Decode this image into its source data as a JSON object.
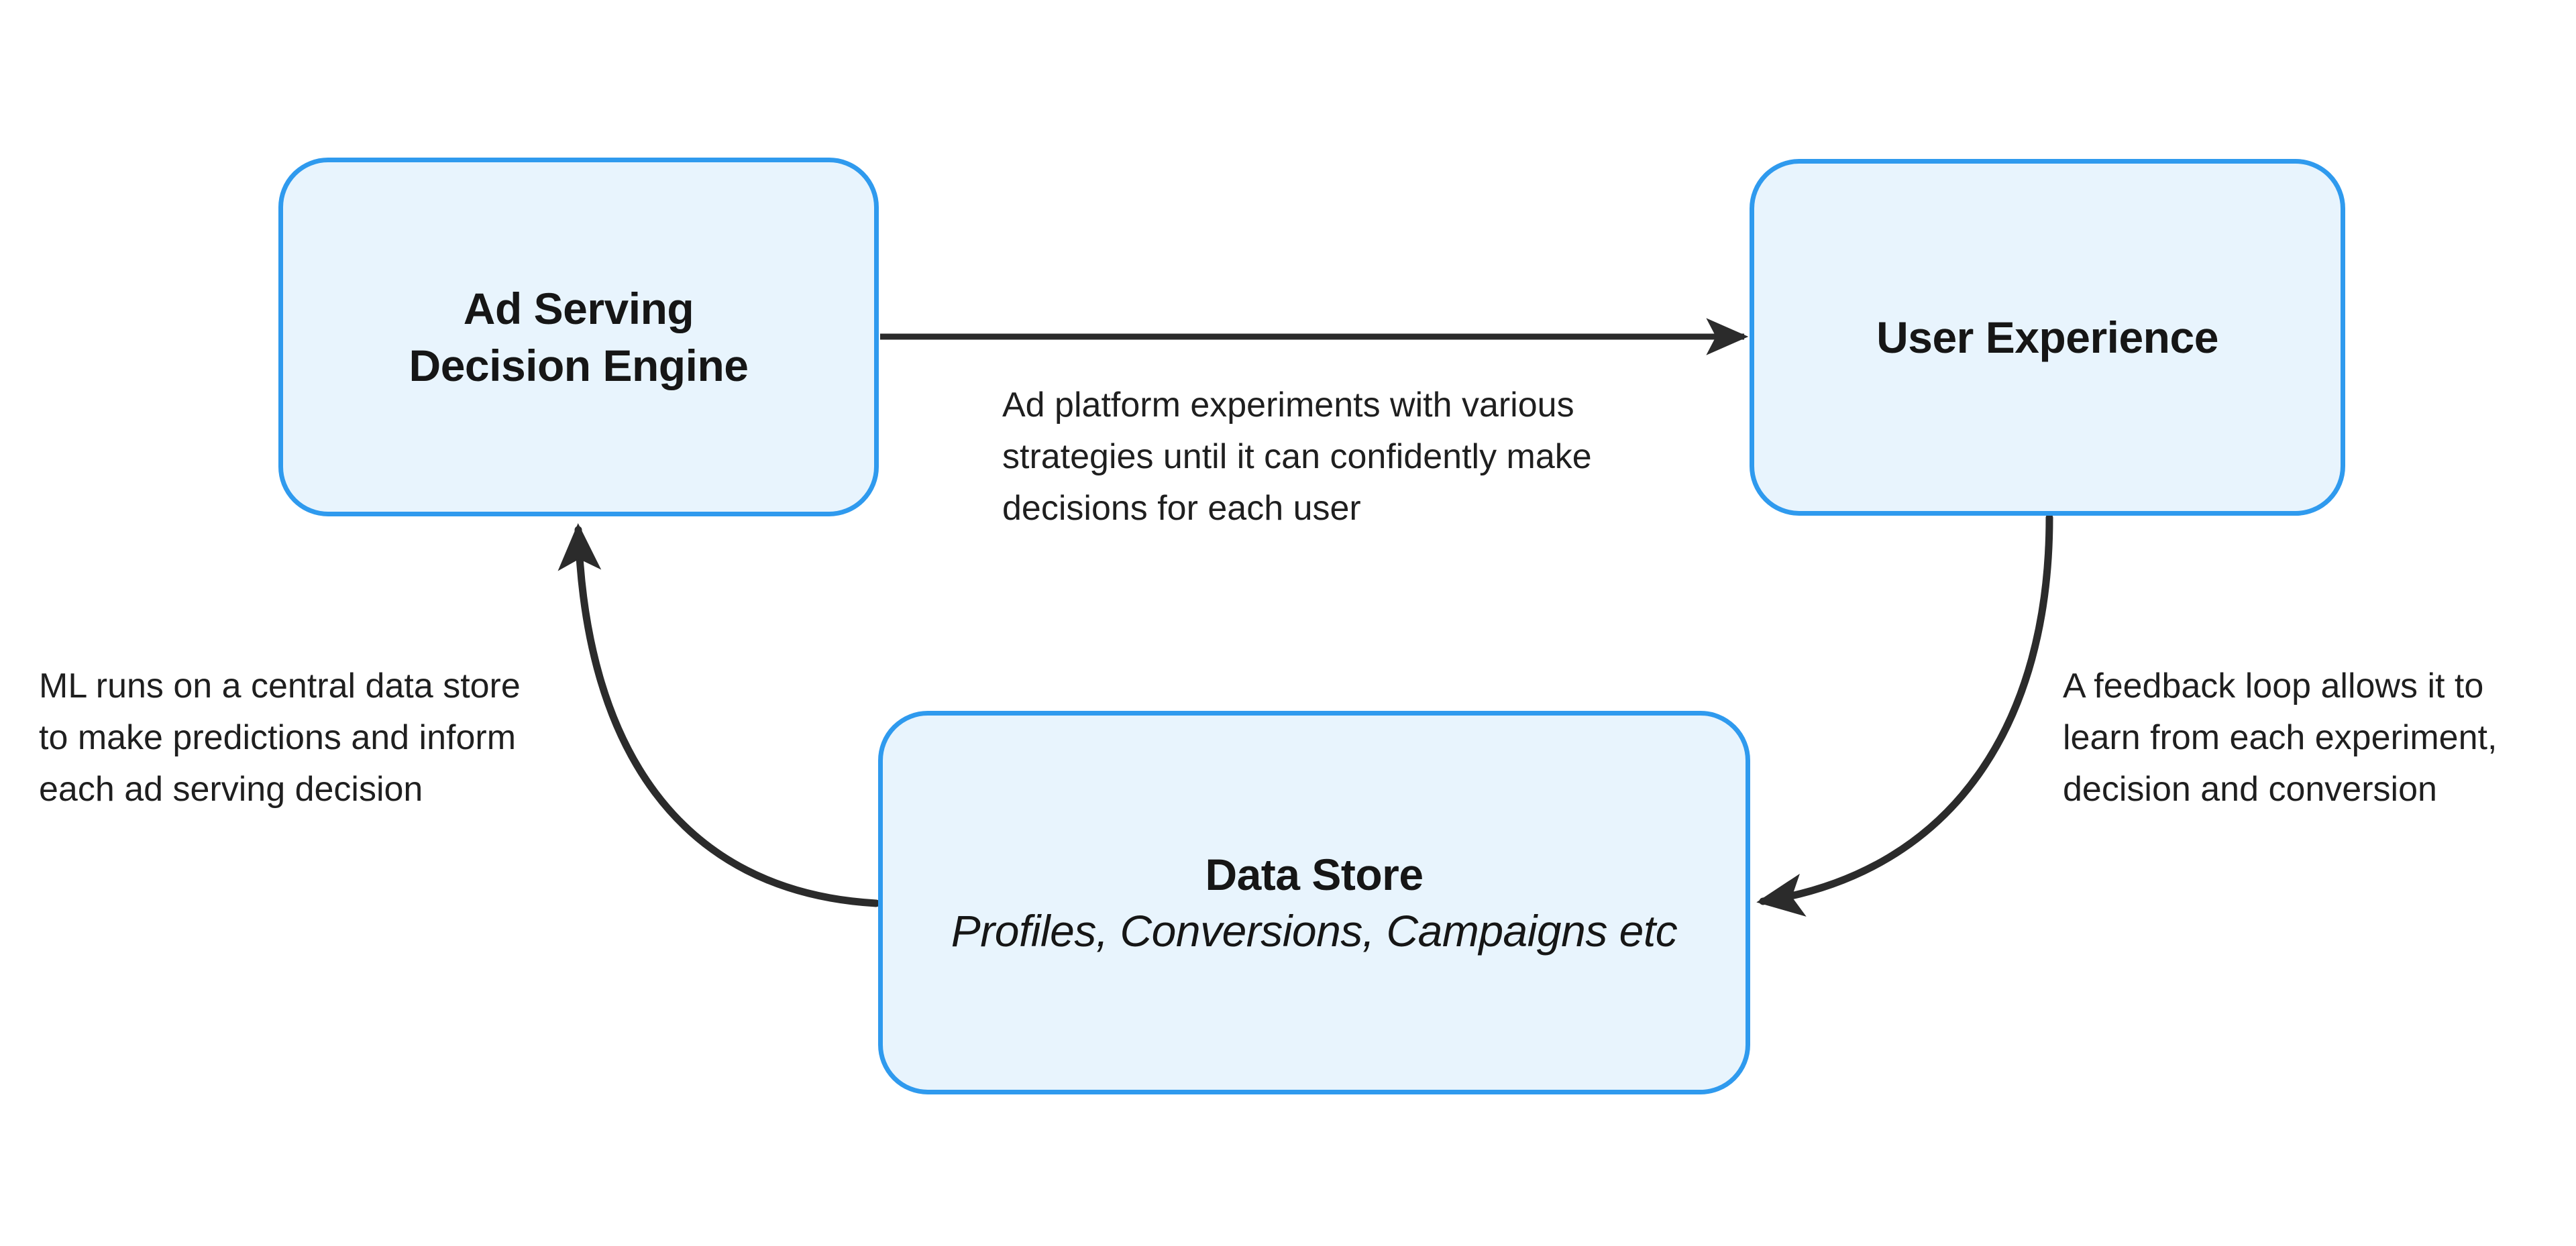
{
  "diagram": {
    "background": "#ffffff",
    "node_fill": "#e8f4fd",
    "node_stroke": "#2f9aee",
    "edge_color": "#2b2b2b",
    "text_color": "#161616",
    "nodes": [
      {
        "id": "ad-serving",
        "title": "Ad Serving\nDecision Engine",
        "subtitle": ""
      },
      {
        "id": "user-experience",
        "title": "User Experience",
        "subtitle": ""
      },
      {
        "id": "data-store",
        "title": "Data Store",
        "subtitle": "Profiles, Conversions, Campaigns etc"
      }
    ],
    "edges": [
      {
        "id": "ad-serving-to-user-experience",
        "from": "ad-serving",
        "to": "user-experience",
        "shape": "straight",
        "label": "Ad platform experiments with various\nstrategies until it can confidently make\ndecisions for each user"
      },
      {
        "id": "user-experience-to-data-store",
        "from": "user-experience",
        "to": "data-store",
        "shape": "curved",
        "label": "A feedback loop allows it to\nlearn from each experiment,\ndecision and conversion"
      },
      {
        "id": "data-store-to-ad-serving",
        "from": "data-store",
        "to": "ad-serving",
        "shape": "curved",
        "label": "ML runs on a central data store\nto make predictions and inform\neach ad serving decision"
      }
    ]
  }
}
